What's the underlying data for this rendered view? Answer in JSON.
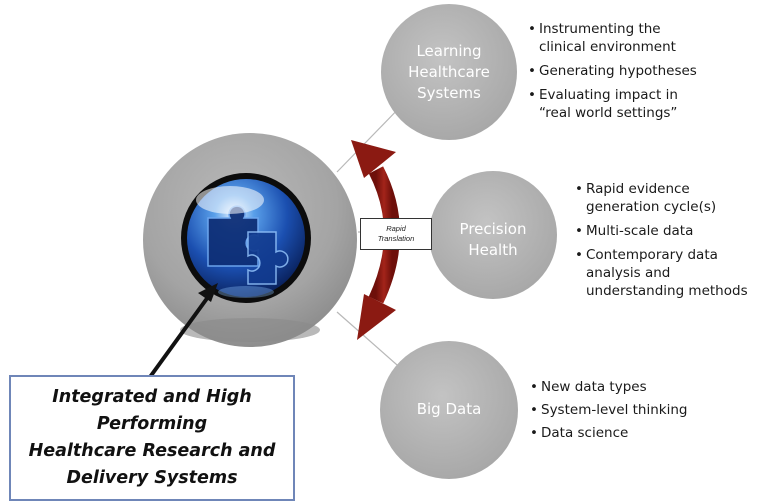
{
  "center": {
    "icon": "puzzle-pieces-icon",
    "main_label": "Integrated and High Performing Healthcare Research and Delivery Systems",
    "main_label_lines": [
      "Integrated and High",
      "Performing",
      "Healthcare Research and",
      "Delivery Systems"
    ]
  },
  "rapid_translation": {
    "lines": [
      "Rapid",
      "Translation"
    ]
  },
  "nodes": [
    {
      "label_lines": [
        "Learning",
        "Healthcare",
        "Systems"
      ],
      "bullets": [
        [
          "Instrumenting the",
          "clinical environment"
        ],
        [
          "Generating hypotheses"
        ],
        [
          "Evaluating impact in",
          "“real world settings”"
        ]
      ]
    },
    {
      "label_lines": [
        "Precision",
        "Health"
      ],
      "bullets": [
        [
          "Rapid evidence",
          "generation cycle(s)"
        ],
        [
          "Multi-scale data"
        ],
        [
          "Contemporary data",
          "analysis and",
          "understanding methods"
        ]
      ]
    },
    {
      "label_lines": [
        "Big Data"
      ],
      "bullets": [
        [
          "New data types"
        ],
        [
          "System-level thinking"
        ],
        [
          "Data science"
        ]
      ]
    }
  ],
  "colors": {
    "big_circle": "#a4a4a4",
    "node_circle": "#b0b0b0",
    "arrow": "#8b1a12",
    "box_border": "#6f86b8"
  }
}
